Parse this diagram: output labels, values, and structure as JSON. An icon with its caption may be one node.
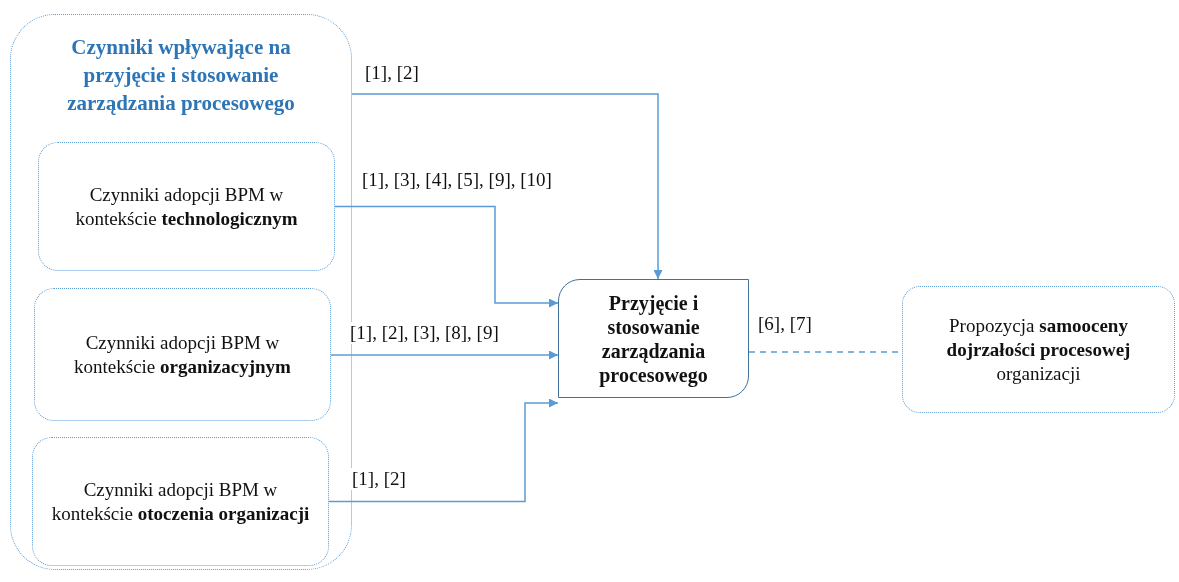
{
  "diagram": {
    "nodes": [
      {
        "text": [
          "Czynniki wpływające na przyjęcie i stosowanie zarządzania procesowego"
        ]
      },
      {
        "text": [
          "Czynniki adopcji BPM w kontekście **technologicznym**"
        ],
        "in": 0
      },
      {
        "text": [
          "Czynniki adopcji BPM w kontekście **organizacyjnym**"
        ],
        "in": 0
      },
      {
        "text": [
          "Czynniki adopcji BPM w kontekście **otoczenia organizacji**"
        ],
        "in": 0
      },
      {
        "text": [
          "Przyjęcie i stosowanie zarządzania procesowego"
        ]
      },
      {
        "text": [
          "Propozycja **samooceny dojrzałości procesowej** organizacji"
        ]
      }
    ],
    "edges": [
      {
        "from": 0,
        "to": 4,
        "arrow": "to",
        "label": "[1], [2]"
      },
      {
        "from": 1,
        "to": 4,
        "arrow": "to",
        "label": "[1], [3], [4], [5], [9], [10]"
      },
      {
        "from": 2,
        "to": 4,
        "arrow": "to",
        "label": "[1], [2], [3], [8], [9]"
      },
      {
        "from": 3,
        "to": 4,
        "arrow": "to",
        "label": "[1], [2]"
      },
      {
        "from": 4,
        "to": 5,
        "arrow": "none",
        "label": "[6], [7]",
        "style": "dashed"
      }
    ]
  }
}
